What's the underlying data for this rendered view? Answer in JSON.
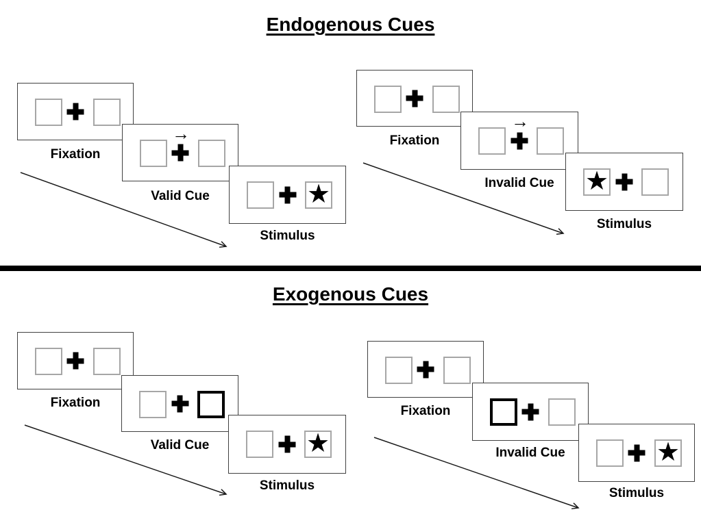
{
  "icons": {
    "star": "★",
    "arrow_right": "→"
  },
  "sections": [
    {
      "id": "endogenous",
      "title": "Endogenous Cues",
      "sequences": [
        {
          "name": "endogenous-valid",
          "panels": [
            {
              "label": "Fixation",
              "type": "fixation"
            },
            {
              "label": "Valid Cue",
              "type": "endogenous-cue",
              "cue": "central arrow pointing right"
            },
            {
              "label": "Stimulus",
              "type": "stimulus",
              "star_side": "right"
            }
          ]
        },
        {
          "name": "endogenous-invalid",
          "panels": [
            {
              "label": "Fixation",
              "type": "fixation"
            },
            {
              "label": "Invalid Cue",
              "type": "endogenous-cue",
              "cue": "central arrow pointing right"
            },
            {
              "label": "Stimulus",
              "type": "stimulus",
              "star_side": "left"
            }
          ]
        }
      ]
    },
    {
      "id": "exogenous",
      "title": "Exogenous Cues",
      "sequences": [
        {
          "name": "exogenous-valid",
          "panels": [
            {
              "label": "Fixation",
              "type": "fixation"
            },
            {
              "label": "Valid Cue",
              "type": "exogenous-cue",
              "cue_side": "right"
            },
            {
              "label": "Stimulus",
              "type": "stimulus",
              "star_side": "right"
            }
          ]
        },
        {
          "name": "exogenous-invalid",
          "panels": [
            {
              "label": "Fixation",
              "type": "fixation"
            },
            {
              "label": "Invalid Cue",
              "type": "exogenous-cue",
              "cue_side": "left"
            },
            {
              "label": "Stimulus",
              "type": "stimulus",
              "star_side": "right"
            }
          ]
        }
      ]
    }
  ]
}
